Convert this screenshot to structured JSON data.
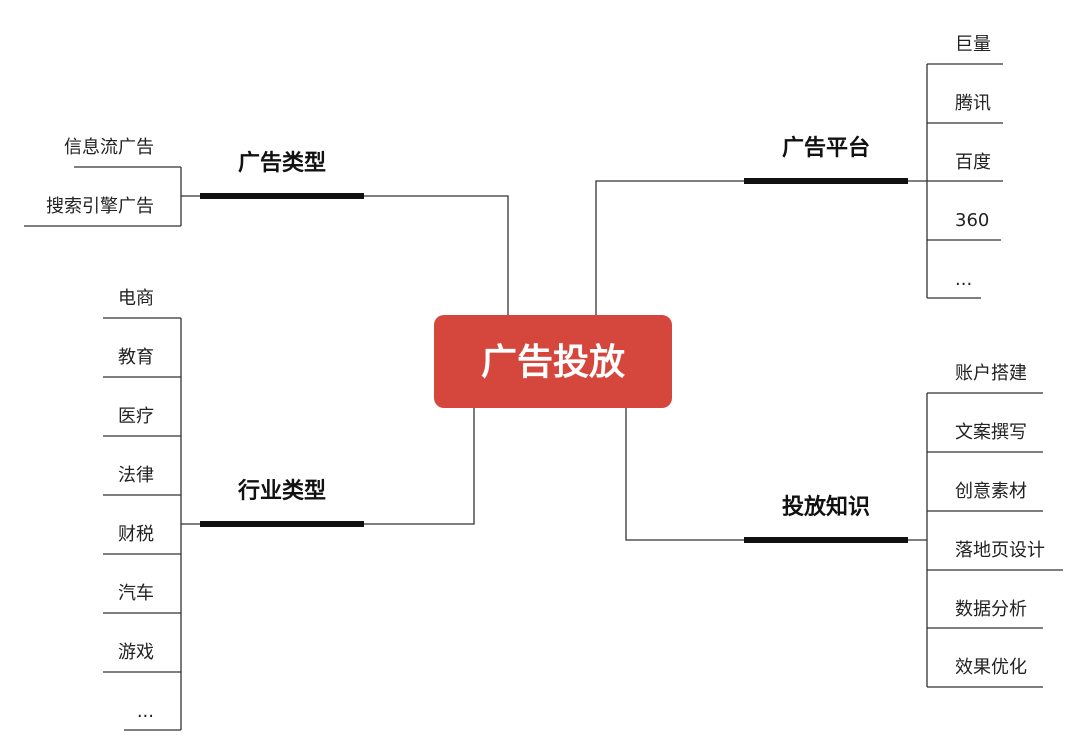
{
  "center": {
    "label": "广告投放",
    "color": "#D5473D"
  },
  "branches": {
    "ad_type": {
      "label": "广告类型",
      "items": [
        "信息流广告",
        "搜索引擎广告"
      ]
    },
    "industry": {
      "label": "行业类型",
      "items": [
        "电商",
        "教育",
        "医疗",
        "法律",
        "财税",
        "汽车",
        "游戏",
        "..."
      ]
    },
    "platform": {
      "label": "广告平台",
      "items": [
        "巨量",
        "腾讯",
        "百度",
        "360",
        "..."
      ]
    },
    "knowledge": {
      "label": "投放知识",
      "items": [
        "账户搭建",
        "文案撰写",
        "创意素材",
        "落地页设计",
        "数据分析",
        "效果优化"
      ]
    }
  }
}
